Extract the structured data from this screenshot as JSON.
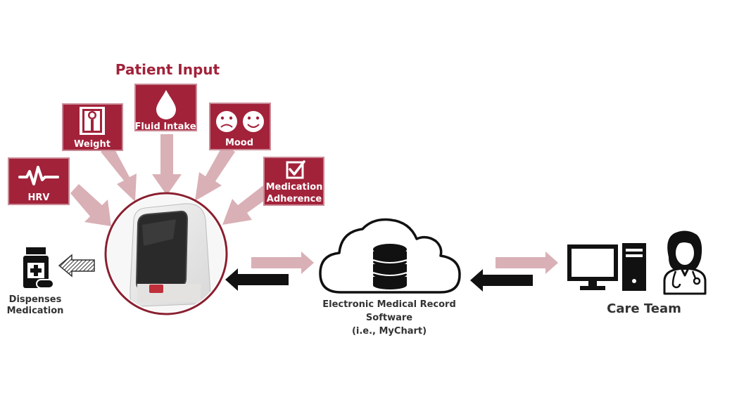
{
  "title": "Patient Input",
  "inputs": [
    {
      "label_1": "HRV",
      "icon": "heart-rate-icon"
    },
    {
      "label_1": "Weight",
      "icon": "scale-icon"
    },
    {
      "label_1": "Fluid Intake",
      "icon": "water-drop-icon"
    },
    {
      "label_1": "Mood",
      "icon": "mood-faces-icon"
    },
    {
      "label_1": "Medication",
      "label_2": "Adherence",
      "icon": "checkbox-icon"
    }
  ],
  "device": {
    "icon": "dispensing-device-image"
  },
  "dispenses": {
    "line_1": "Dispenses",
    "line_2": "Medication",
    "icon": "pill-bottle-icon"
  },
  "emr": {
    "line_1": "Electronic Medical Record",
    "line_2": "Software",
    "line_3": "(i.e., MyChart)",
    "icon": "cloud-database-icon"
  },
  "care_team": {
    "label": "Care Team",
    "icons": [
      "computer-icon",
      "doctor-icon"
    ]
  },
  "colors": {
    "tile": "#a2223a",
    "tile_border": "#c98a96",
    "title": "#a2223a",
    "arrow_light": "#d9b0b6",
    "arrow_dark": "#111111",
    "device_ring": "#8a2030"
  }
}
